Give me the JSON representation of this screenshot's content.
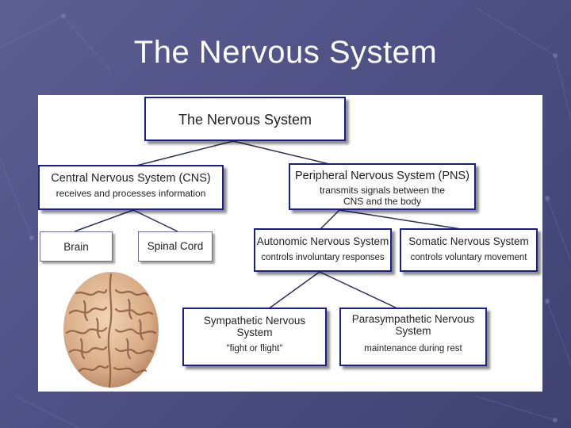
{
  "slide": {
    "title": "The Nervous System"
  },
  "diagram": {
    "root": {
      "title": "The Nervous System"
    },
    "cns": {
      "title": "Central Nervous System (CNS)",
      "desc": "receives and processes information"
    },
    "pns": {
      "title": "Peripheral Nervous System (PNS)",
      "desc1": "transmits signals between the",
      "desc2": "CNS and the body"
    },
    "brain": {
      "title": "Brain"
    },
    "spinal": {
      "title": "Spinal Cord"
    },
    "autonomic": {
      "title": "Autonomic Nervous System",
      "desc": "controls involuntary responses"
    },
    "somatic": {
      "title": "Somatic Nervous System",
      "desc": "controls voluntary movement"
    },
    "sympathetic": {
      "title1": "Sympathetic Nervous",
      "title2": "System",
      "desc": "\"fight or flight\""
    },
    "parasympathetic": {
      "title1": "Parasympathetic Nervous",
      "title2": "System",
      "desc": "maintenance during rest"
    }
  },
  "colors": {
    "box_border": "#1a1f8c",
    "background": "#4f5186",
    "connector": "#2a2f5a"
  }
}
